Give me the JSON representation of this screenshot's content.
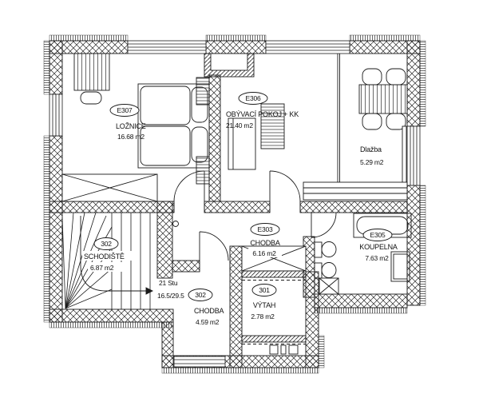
{
  "drawing": {
    "kind": "architectural floor plan",
    "rooms": {
      "bedroom": {
        "id": "E307",
        "name": "LOŽNICE",
        "area": "16.68 m2"
      },
      "living": {
        "id": "E306",
        "name": "OBÝVACÍ POKOJ + KK",
        "area": "21.40 m2"
      },
      "terrace": {
        "name": "Dlažba",
        "area": "5.29 m2"
      },
      "hall": {
        "id": "E303",
        "name": "CHODBA",
        "area": "6.16 m2"
      },
      "bathroom": {
        "id": "E305",
        "name": "KOUPELNA",
        "area": "7.63 m2"
      },
      "staircase": {
        "id": "302",
        "name": "SCHODIŠTĚ",
        "area": "6.87 m2"
      },
      "hall_lower": {
        "id": "302",
        "name": "CHODBA",
        "area": "4.59 m2"
      },
      "elevator": {
        "id": "301",
        "name": "VÝTAH",
        "area": "2.78 m2"
      }
    },
    "stair_note": {
      "steps": "21 Stu",
      "dimensions": "16.5/29.5"
    },
    "colors": {
      "line": "#1a1a1a",
      "background": "#ffffff"
    }
  }
}
